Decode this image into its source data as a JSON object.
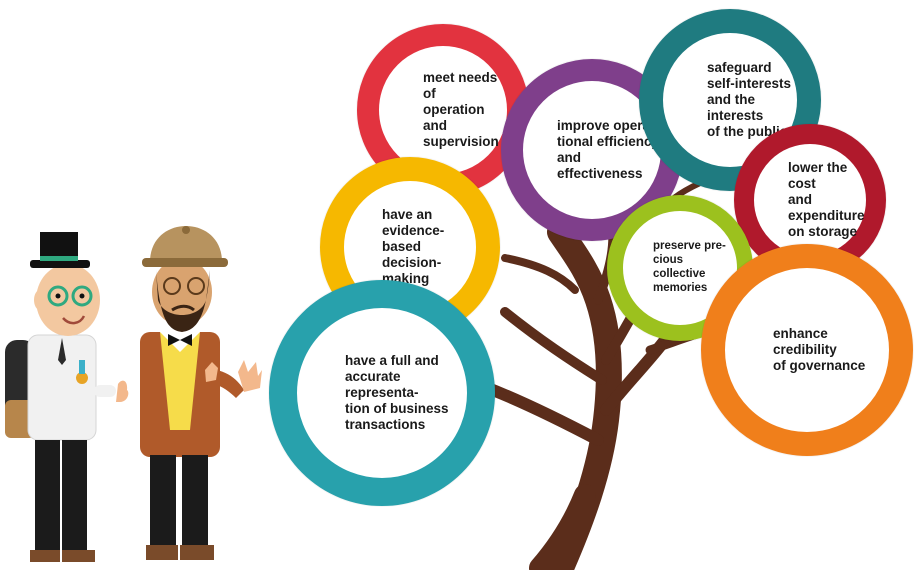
{
  "colors": {
    "trunk": "#5b2d1b",
    "red": "#e2333f",
    "yellow": "#f6b800",
    "purple": "#7f3f8b",
    "teal_dark": "#1f7b80",
    "crimson": "#b0192c",
    "lime": "#9cc11e",
    "orange": "#f07f1b",
    "teal": "#28a1ac"
  },
  "bubbles": [
    {
      "id": "operation-supervision",
      "text": "meet needs of\noperation and\nsupervision",
      "color": "red"
    },
    {
      "id": "evidence-based",
      "text": "have an\nevidence-based\ndecision-making",
      "color": "yellow"
    },
    {
      "id": "efficiency",
      "text": "improve opera-\ntional efficiency\nand effectiveness",
      "color": "purple"
    },
    {
      "id": "self-interests",
      "text": "safeguard\nself-interests\nand the interests\nof the public",
      "color": "teal_dark"
    },
    {
      "id": "storage-cost",
      "text": "lower the cost\nand expenditure\non storage",
      "color": "crimson"
    },
    {
      "id": "collective-memories",
      "text": "preserve pre-\ncious collective\nmemories",
      "color": "lime"
    },
    {
      "id": "credibility",
      "text": "enhance credibility\nof governance",
      "color": "orange"
    },
    {
      "id": "business-transactions",
      "text": "have a full and\naccurate representa-\ntion of business\ntransactions",
      "color": "teal"
    }
  ],
  "characters": [
    {
      "name": "gentleman-with-top-hat",
      "icon": "person-top-hat-icon"
    },
    {
      "name": "explorer-with-pith-helmet",
      "icon": "person-pith-helmet-icon"
    }
  ]
}
